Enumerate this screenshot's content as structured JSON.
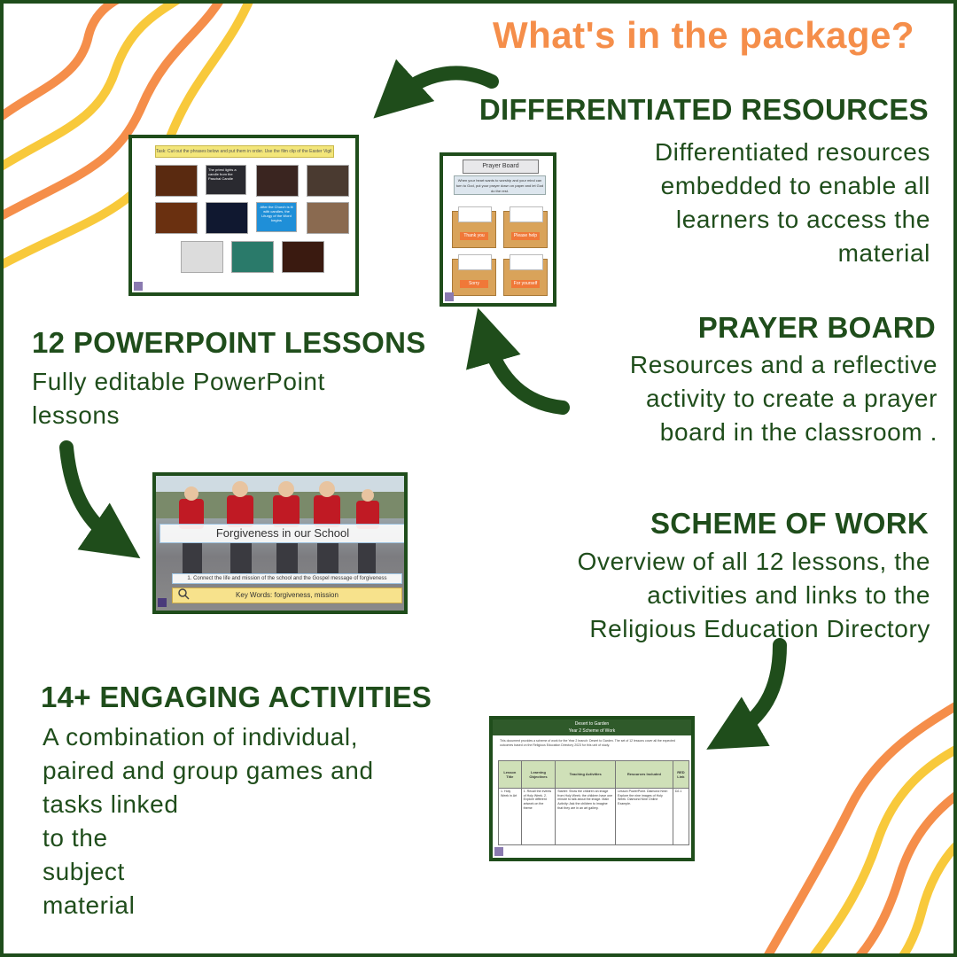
{
  "header": {
    "title": "What's in the package?"
  },
  "sections": {
    "differentiated": {
      "heading": "DIFFERENTIATED RESOURCES",
      "lines": [
        "Differentiated resources",
        "embedded to enable all",
        "learners to access the",
        "material"
      ]
    },
    "prayer": {
      "heading": "PRAYER BOARD",
      "lines": [
        "Resources and a reflective",
        "activity to create a prayer",
        "board in the classroom ."
      ]
    },
    "powerpoint": {
      "heading": "12 POWERPOINT LESSONS",
      "lines": [
        "Fully editable PowerPoint",
        "lessons"
      ]
    },
    "scheme": {
      "heading": "SCHEME OF WORK",
      "lines": [
        "Overview of all 12 lessons, the",
        "activities and links to the",
        "Religious Education Directory"
      ]
    },
    "activities": {
      "heading": "14+ ENGAGING ACTIVITIES",
      "lines": [
        "A combination of individual,",
        "paired and group games and",
        "tasks linked",
        "to the",
        "subject",
        "material"
      ]
    }
  },
  "thumbnails": {
    "card_sort": {
      "task": "Task: Cut out the phrases below and put them in order. Use the film clip of the Easter Vigil to help you.",
      "phrase1": "The priest lights a candle from the Paschal Candle",
      "phrase2": "After the Church is lit with candles, the Liturgy of the Word begins"
    },
    "prayer_board": {
      "title": "Prayer Board",
      "note": "When your heart wants to worship and your mind can turn to God, put your prayer down on paper and let God do the rest.",
      "labels": [
        "Thank you",
        "Please help",
        "Sorry",
        "For yourself"
      ]
    },
    "ppt": {
      "title": "Forgiveness in our School",
      "objective": "1. Connect the life and mission of the school and the Gospel message of forgiveness",
      "keywords": "Key Words: forgiveness, mission"
    },
    "scheme": {
      "title": "Desert to Garden",
      "subtitle": "Year 2 Scheme of Work",
      "intro": "This document provides a scheme of work for the Year 2 branch: Desert to Garden. The set of 12 lessons cover all the expected outcomes based on the Religious Education Directory 2023 for this unit of study.",
      "columns": [
        "Lesson Title",
        "Learning Objectives",
        "Teaching Activities",
        "Resources Included",
        "RED Link"
      ],
      "row": {
        "lesson": "1. Holy Week in Art",
        "objectives": "1. Recall the events of Holy Week. 2. Explore different artwork on the theme",
        "activities": "Starter: Show the children an image from Holy Week; the children have one minute to talk about the image. Main Activity: Ask the children to imagine that they are in an art gallery.",
        "resources": "Lesson PowerPoint. Diamond Nine: Explore the nine images of Holy Week. Diamond Nine Online Example.",
        "link": "D2.1"
      }
    }
  },
  "colors": {
    "dark_green": "#1f4d1b",
    "orange": "#f58e4a",
    "yellow": "#f8c93b"
  }
}
